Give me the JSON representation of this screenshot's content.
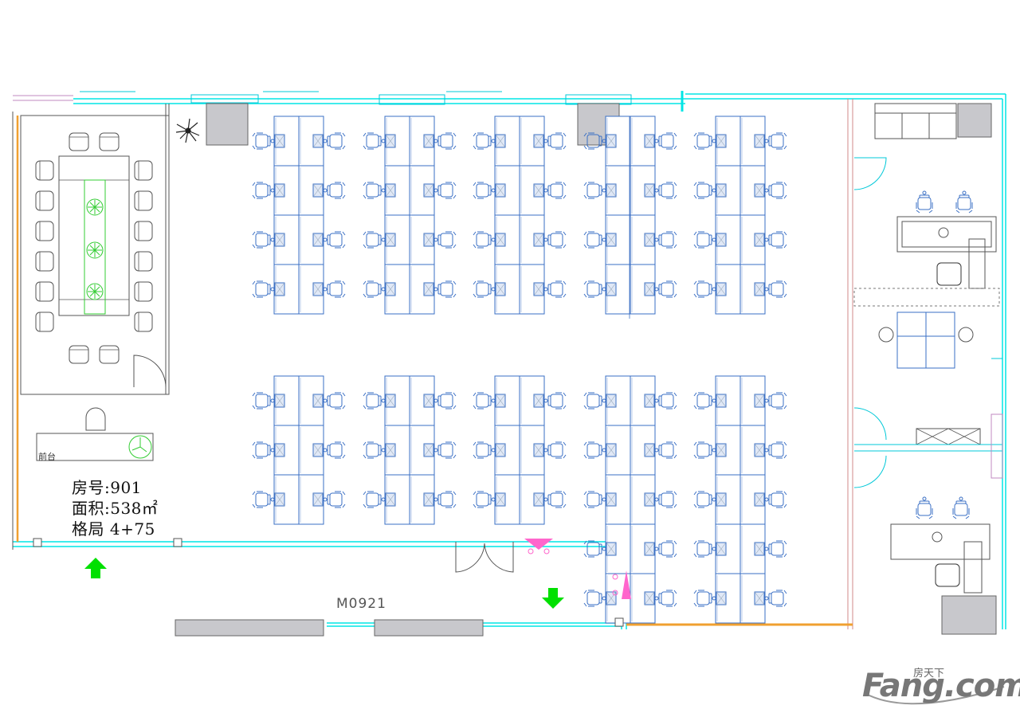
{
  "info": {
    "room": "房号:901",
    "area": "面积:538㎡",
    "layout": "格局 4+75"
  },
  "reception_label": "前台",
  "door_code": "M0921",
  "watermark": {
    "main": "Fang.com",
    "small": "房天下"
  },
  "colors": {
    "wall": "#00e5e5",
    "desk": "#3a6fc4",
    "partition": "#b0b0b0",
    "accent_orange": "#f0a030",
    "arrow": "#00e000",
    "marker": "#ff66cc",
    "plant": "#33cc33",
    "column": "#c8c8cc"
  },
  "icons": [
    "exit-arrow-up-icon",
    "exit-arrow-down-icon",
    "plant-icon",
    "clock-icon"
  ]
}
